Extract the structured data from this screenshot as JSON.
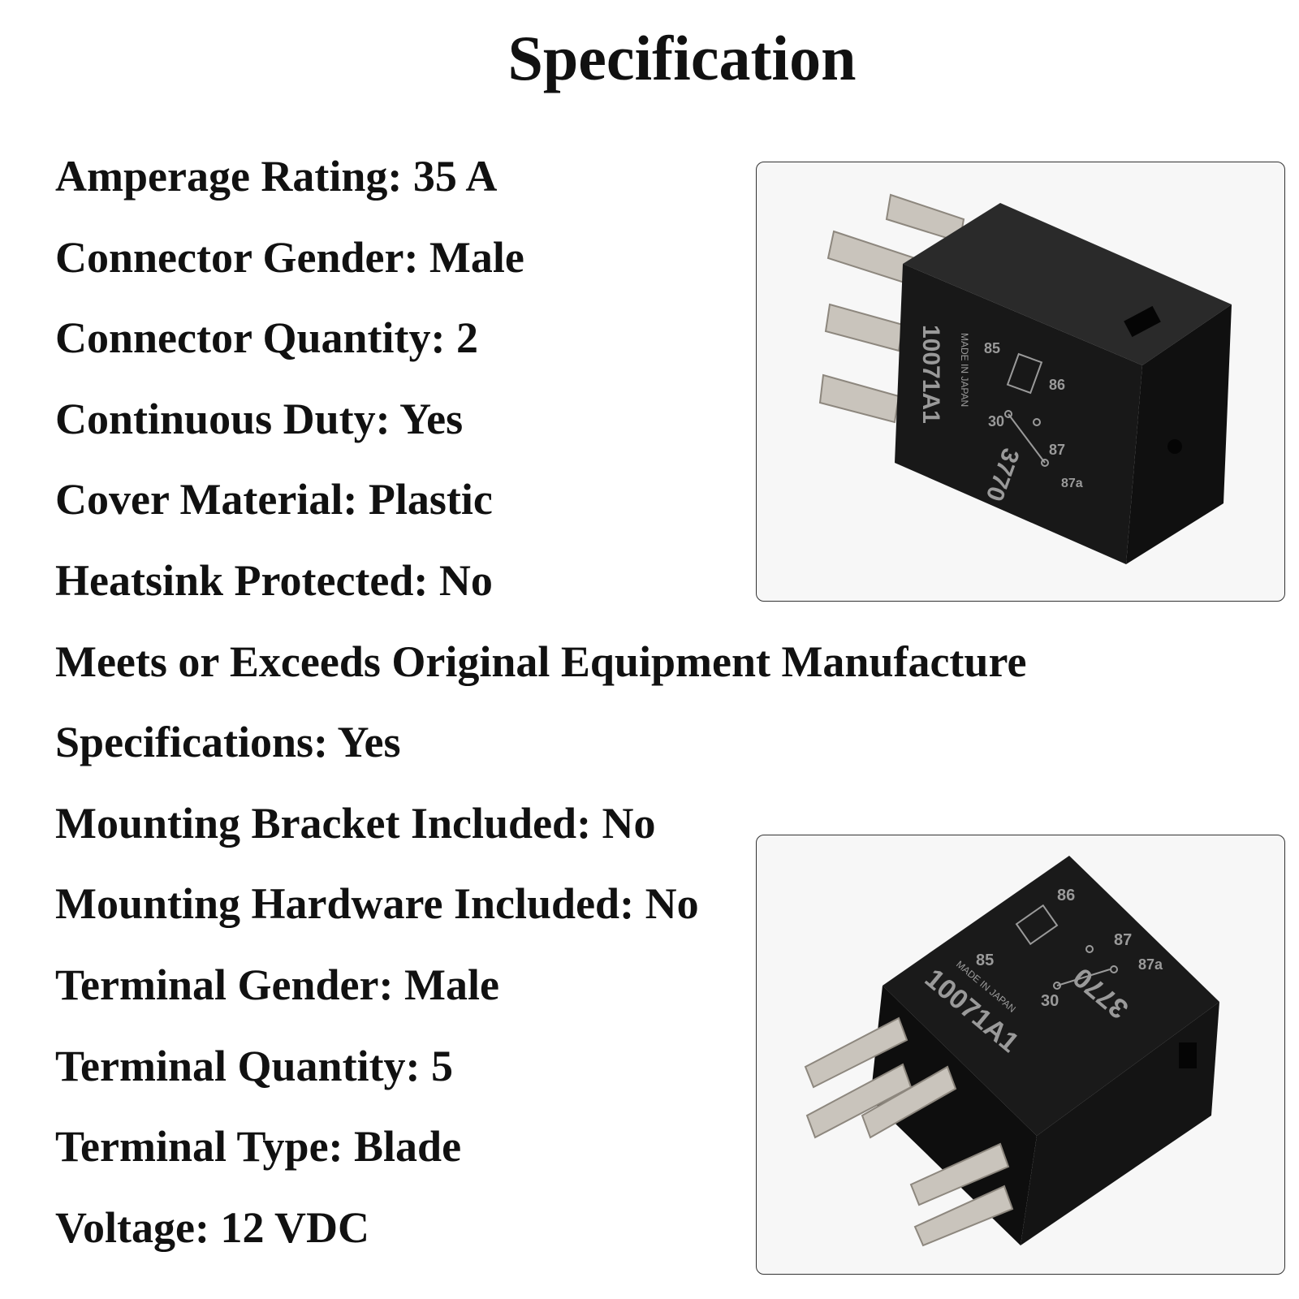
{
  "title": "Specification",
  "specs": [
    "Amperage Rating: 35 A",
    "Connector Gender: Male",
    "Connector Quantity: 2",
    "Continuous Duty: Yes",
    "Cover Material: Plastic",
    "Heatsink Protected: No",
    "Meets or Exceeds Original Equipment Manufacture",
    "Specifications: Yes",
    "Mounting Bracket Included: No",
    "Mounting Hardware Included: No",
    "Terminal Gender: Male",
    "Terminal Quantity: 5",
    "Terminal Type: Blade",
    "Voltage: 12 VDC"
  ],
  "relay_markings": {
    "part_number": "10071A1",
    "origin": "MADE IN JAPAN",
    "code": "3770",
    "pins": [
      "85",
      "86",
      "30",
      "87",
      "87a"
    ]
  },
  "colors": {
    "relay_body": "#151515",
    "pin_metal": "#c9c4bc",
    "marking": "#9a9a9a"
  }
}
